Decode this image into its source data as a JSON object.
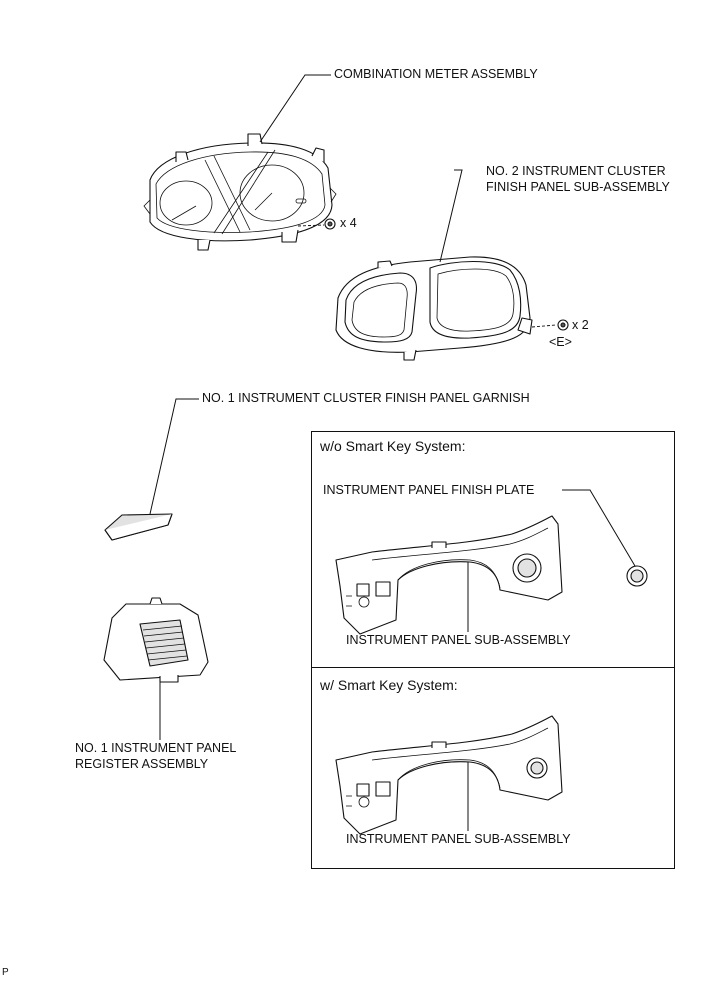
{
  "labels": {
    "combination_meter": "COMBINATION METER ASSEMBLY",
    "cluster_panel_line1": "NO. 2 INSTRUMENT CLUSTER",
    "cluster_panel_line2": "FINISH PANEL SUB-ASSEMBLY",
    "screws_meter": "x 4",
    "screws_panel": "x 2",
    "screw_type": "<E>",
    "garnish": "NO. 1 INSTRUMENT CLUSTER FINISH PANEL GARNISH",
    "register_line1": "NO. 1 INSTRUMENT PANEL",
    "register_line2": "REGISTER ASSEMBLY",
    "page_marker": "P"
  },
  "variants": [
    {
      "title": "w/o Smart Key System:",
      "finish_plate": "INSTRUMENT PANEL FINISH PLATE",
      "sub_assembly": "INSTRUMENT PANEL SUB-ASSEMBLY"
    },
    {
      "title": "w/ Smart Key System:",
      "sub_assembly": "INSTRUMENT PANEL SUB-ASSEMBLY"
    }
  ]
}
